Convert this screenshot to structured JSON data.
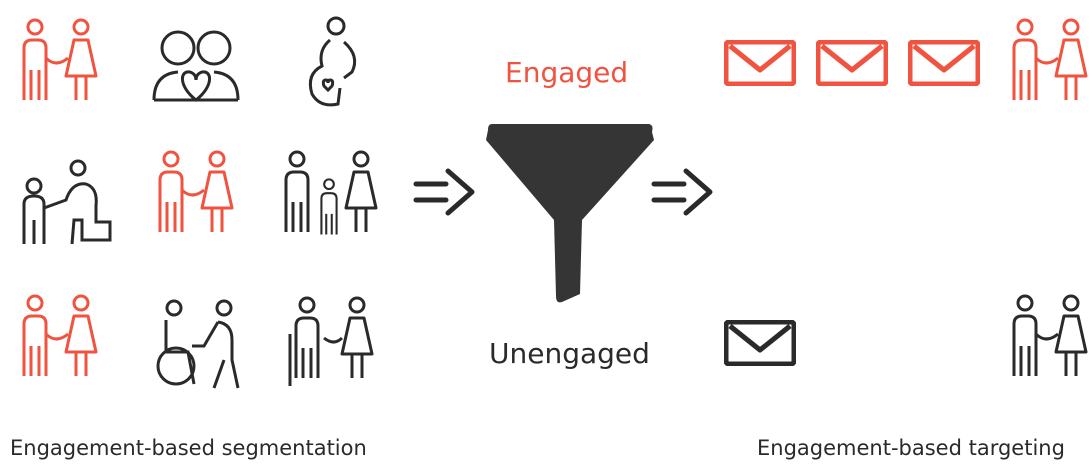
{
  "colors": {
    "engaged": "#f0533f",
    "neutral": "#2a2a2a",
    "funnel": "#353535"
  },
  "labels": {
    "engaged": "Engaged",
    "unengaged": "Unengaged",
    "left_caption": "Engagement-based segmentation",
    "right_caption": "Engagement-based targeting"
  },
  "segmentation_grid": [
    [
      "couple-icon",
      "couple-in-love-icon",
      "pregnant-woman-icon"
    ],
    [
      "elder-with-child-icon",
      "couple-icon",
      "family-with-child-icon"
    ],
    [
      "couple-icon",
      "wheelchair-and-helper-icon",
      "elderly-couple-icon"
    ]
  ],
  "targeting": {
    "engaged_icons": [
      "envelope-icon",
      "envelope-icon",
      "envelope-icon",
      "couple-icon"
    ],
    "unengaged_icons": [
      "envelope-icon",
      "couple-icon"
    ]
  }
}
